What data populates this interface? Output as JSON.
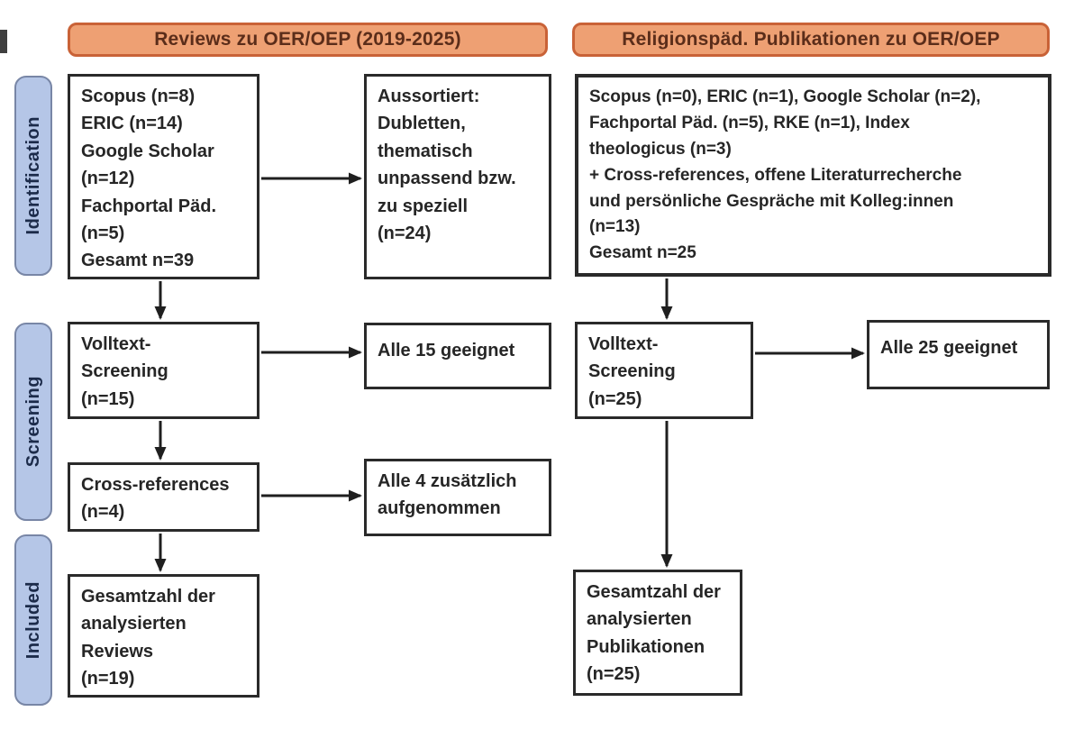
{
  "palette": {
    "header_fill": "#eea073",
    "header_border": "#c96237",
    "header_text": "#5b2d1a",
    "stage_fill": "#b5c6e7",
    "stage_border": "#7886a6",
    "stage_text": "#1c2b4a",
    "box_border": "#2a2a2a",
    "box_text": "#262626",
    "arrow": "#1f1f1f",
    "background": "#ffffff"
  },
  "headers": {
    "left": "Reviews zu OER/OEP (2019-2025)",
    "right": "Religionspäd. Publikationen zu OER/OEP"
  },
  "stages": {
    "identification": "Identification",
    "screening": "Screening",
    "included": "Included"
  },
  "boxes": {
    "left_sources": "Scopus (n=8)\nERIC (n=14)\nGoogle Scholar\n(n=12)\nFachportal Päd.\n(n=5)\nGesamt n=39",
    "left_excluded": "Aussortiert:\nDubletten,\nthematisch\nunpassend bzw.\nzu speziell\n(n=24)",
    "right_sources": "Scopus (n=0), ERIC (n=1), Google Scholar (n=2),\nFachportal Päd. (n=5), RKE (n=1), Index\ntheologicus (n=3)\n+ Cross-references, offene Literaturrecherche\nund persönliche Gespräche mit Kolleg:innen\n(n=13)\nGesamt n=25",
    "left_fulltext": "Volltext-\nScreening\n(n=15)",
    "left_fulltext_result": "Alle 15 geeignet",
    "right_fulltext": "Volltext-\nScreening\n(n=25)",
    "right_fulltext_result": "Alle 25 geeignet",
    "left_crossref": "Cross-references\n(n=4)",
    "left_crossref_result": "Alle 4 zusätzlich\naufgenommen",
    "left_included": "Gesamtzahl der\nanalysierten\nReviews\n(n=19)",
    "right_included": "Gesamtzahl der\nanalysierten\nPublikationen\n(n=25)"
  }
}
